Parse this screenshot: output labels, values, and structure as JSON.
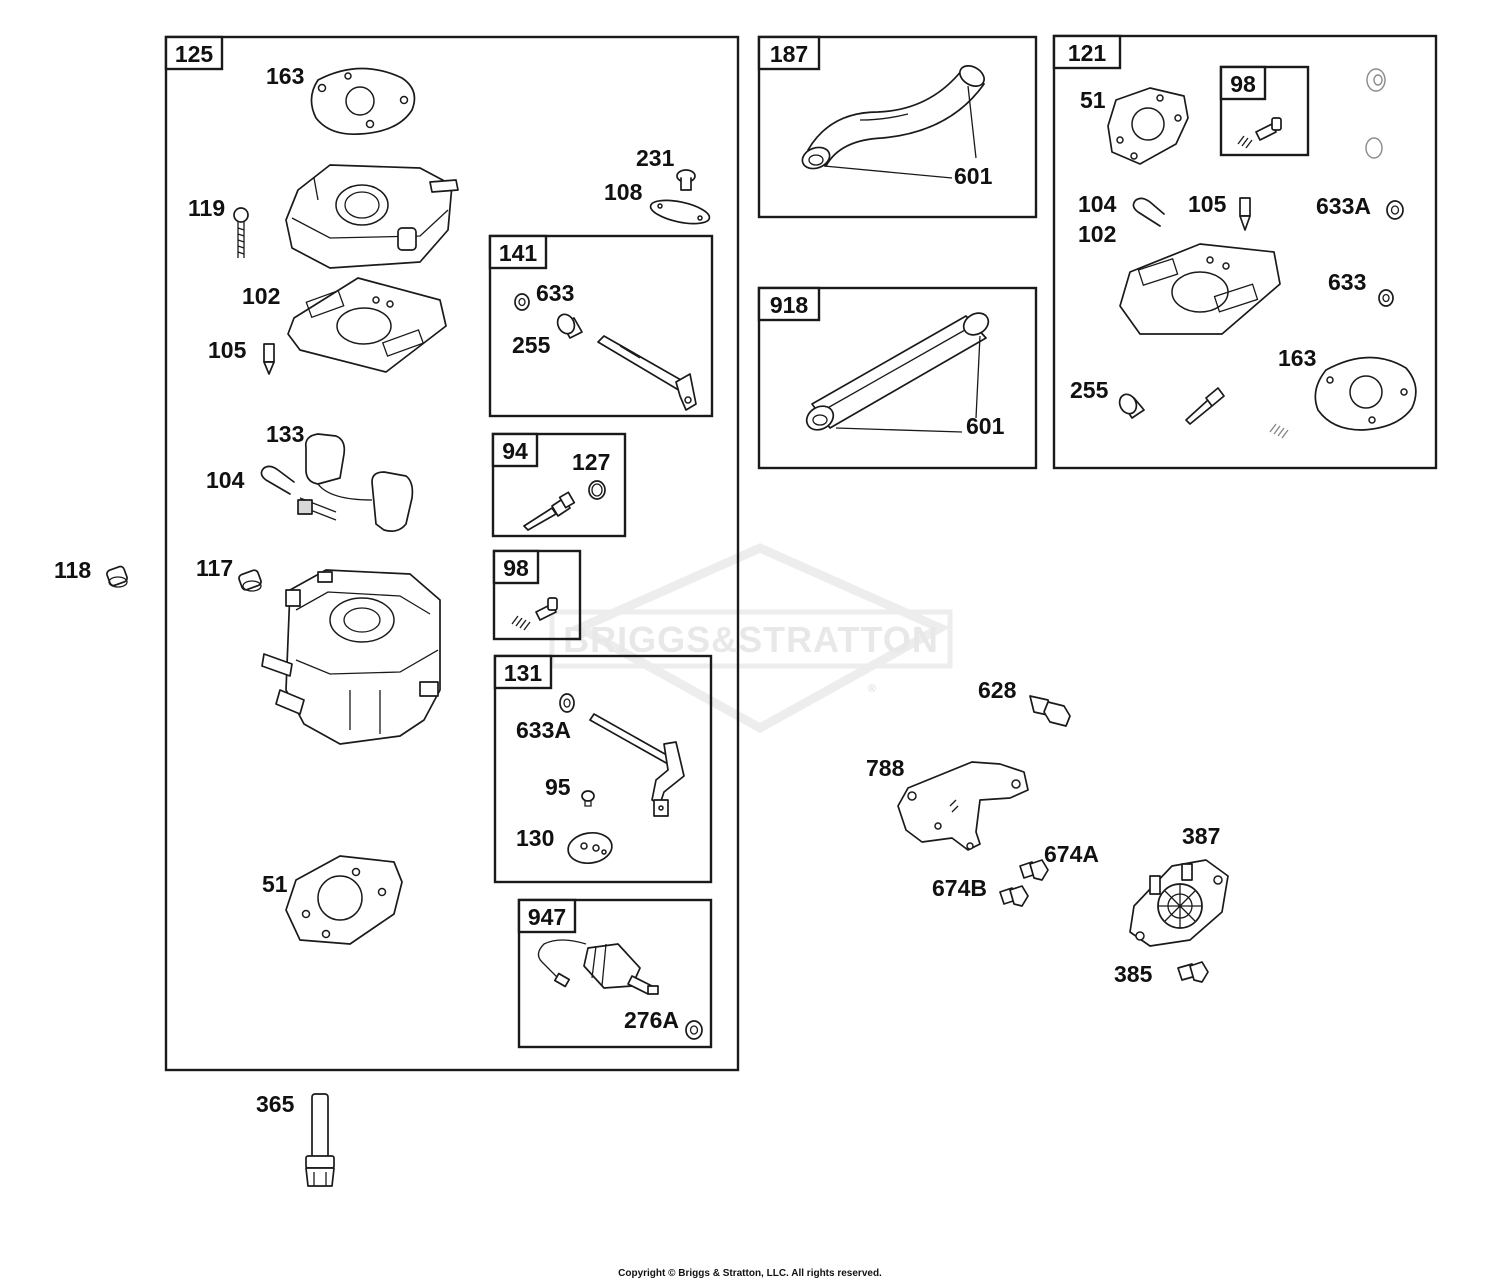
{
  "watermark": {
    "text": "BRIGGS&STRATTON",
    "registered_mark": "®"
  },
  "copyright": "Copyright © Briggs & Stratton, LLC. All rights reserved.",
  "kits": {
    "k125": "125",
    "k141": "141",
    "k94": "94",
    "k98_left": "98",
    "k131": "131",
    "k947": "947",
    "k187": "187",
    "k918": "918",
    "k121": "121",
    "k98_right": "98"
  },
  "labels": {
    "l163_main": "163",
    "l119": "119",
    "l102_main": "102",
    "l105_main": "105",
    "l133": "133",
    "l104_main": "104",
    "l118": "118",
    "l117": "117",
    "l51_main": "51",
    "l231": "231",
    "l108": "108",
    "l633_k141": "633",
    "l255_k141": "255",
    "l127": "127",
    "l633a_k131": "633A",
    "l95": "95",
    "l130": "130",
    "l276a": "276A",
    "l365": "365",
    "l601_k187": "601",
    "l601_k918": "601",
    "l51_k121": "51",
    "l104_k121": "104",
    "l105_k121": "105",
    "l633a_k121": "633A",
    "l102_k121": "102",
    "l633_k121": "633",
    "l163_k121": "163",
    "l255_k121": "255",
    "l628": "628",
    "l788": "788",
    "l674a": "674A",
    "l674b": "674B",
    "l387": "387",
    "l385": "385"
  }
}
